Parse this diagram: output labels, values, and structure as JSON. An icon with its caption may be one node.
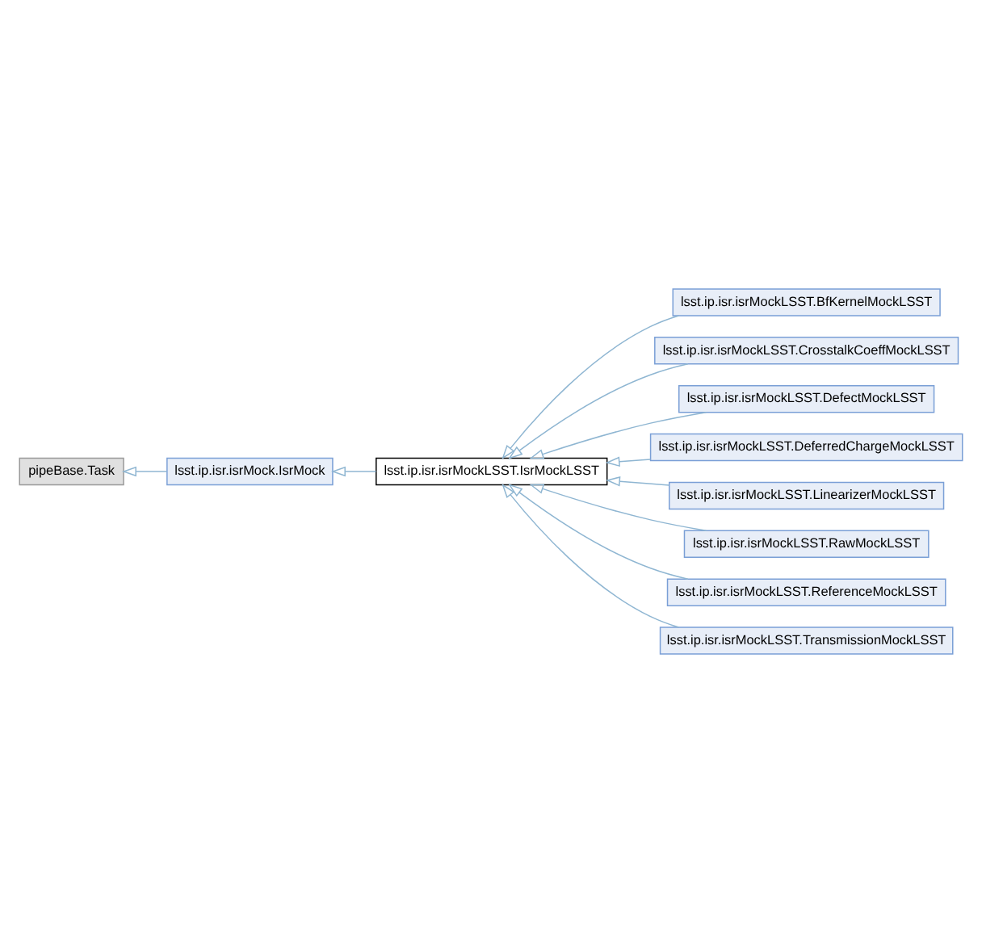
{
  "diagram": {
    "nodes": [
      {
        "text": [
          "pipeBase.Task"
        ]
      },
      {
        "text": [
          "lsst.ip.isr.isrMock.IsrMock"
        ]
      },
      {
        "text": [
          "lsst.ip.isr.isrMockLSST.IsrMockLSST"
        ]
      },
      {
        "text": [
          "lsst.ip.isr.isrMockLSST.BfKernelMockLSST"
        ]
      },
      {
        "text": [
          "lsst.ip.isr.isrMockLSST.CrosstalkCoeffMockLSST"
        ]
      },
      {
        "text": [
          "lsst.ip.isr.isrMockLSST.DefectMockLSST"
        ]
      },
      {
        "text": [
          "lsst.ip.isr.isrMockLSST.DeferredChargeMockLSST"
        ]
      },
      {
        "text": [
          "lsst.ip.isr.isrMockLSST.LinearizerMockLSST"
        ]
      },
      {
        "text": [
          "lsst.ip.isr.isrMockLSST.RawMockLSST"
        ]
      },
      {
        "text": [
          "lsst.ip.isr.isrMockLSST.ReferenceMockLSST"
        ]
      },
      {
        "text": [
          "lsst.ip.isr.isrMockLSST.TransmissionMockLSST"
        ]
      }
    ],
    "edges": [
      {
        "from": 1,
        "to": 0,
        "arrow": "to"
      },
      {
        "from": 2,
        "to": 1,
        "arrow": "to"
      },
      {
        "from": 3,
        "to": 2,
        "arrow": "to"
      },
      {
        "from": 4,
        "to": 2,
        "arrow": "to"
      },
      {
        "from": 5,
        "to": 2,
        "arrow": "to"
      },
      {
        "from": 6,
        "to": 2,
        "arrow": "to"
      },
      {
        "from": 7,
        "to": 2,
        "arrow": "to"
      },
      {
        "from": 8,
        "to": 2,
        "arrow": "to"
      },
      {
        "from": 9,
        "to": 2,
        "arrow": "to"
      },
      {
        "from": 10,
        "to": 2,
        "arrow": "to"
      }
    ]
  }
}
